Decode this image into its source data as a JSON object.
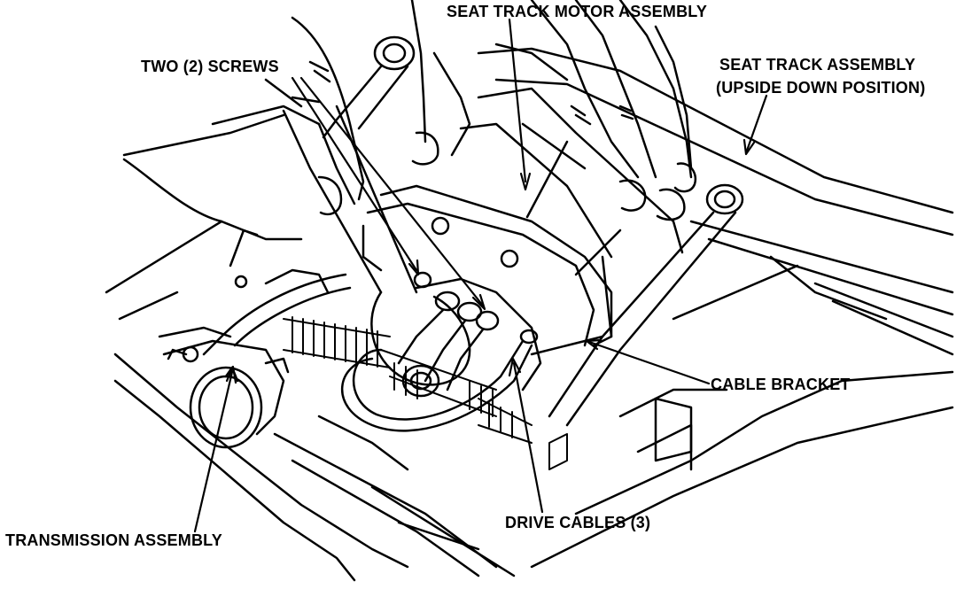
{
  "figure": {
    "callouts": {
      "seat_track_motor": "SEAT TRACK MOTOR ASSEMBLY",
      "two_screws": "TWO (2) SCREWS",
      "seat_track_line1": "SEAT TRACK ASSEMBLY",
      "seat_track_line2": "(UPSIDE DOWN POSITION)",
      "cable_bracket": "CABLE BRACKET",
      "drive_cables": "DRIVE CABLES (3)",
      "transmission": "TRANSMISSION ASSEMBLY"
    },
    "colors": {
      "ink": "#000000",
      "paper": "#ffffff"
    }
  }
}
